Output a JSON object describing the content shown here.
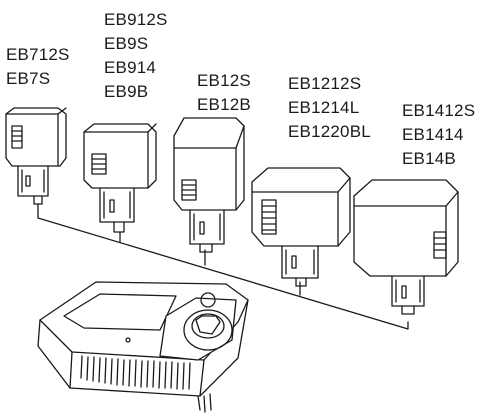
{
  "model_groups": [
    {
      "id": "group-1",
      "models": [
        "EB712S",
        "EB7S"
      ]
    },
    {
      "id": "group-2",
      "models": [
        "EB912S",
        "EB9S",
        "EB914",
        "EB9B"
      ]
    },
    {
      "id": "group-3",
      "models": [
        "EB12S",
        "EB12B"
      ]
    },
    {
      "id": "group-4",
      "models": [
        "EB1212S",
        "EB1214L",
        "EB1220BL"
      ]
    },
    {
      "id": "group-5",
      "models": [
        "EB1412S",
        "EB1414",
        "EB14B"
      ]
    }
  ],
  "colors": {
    "line": "#1a1a1a",
    "fill": "#ffffff",
    "shade": "#dcdcdc"
  }
}
